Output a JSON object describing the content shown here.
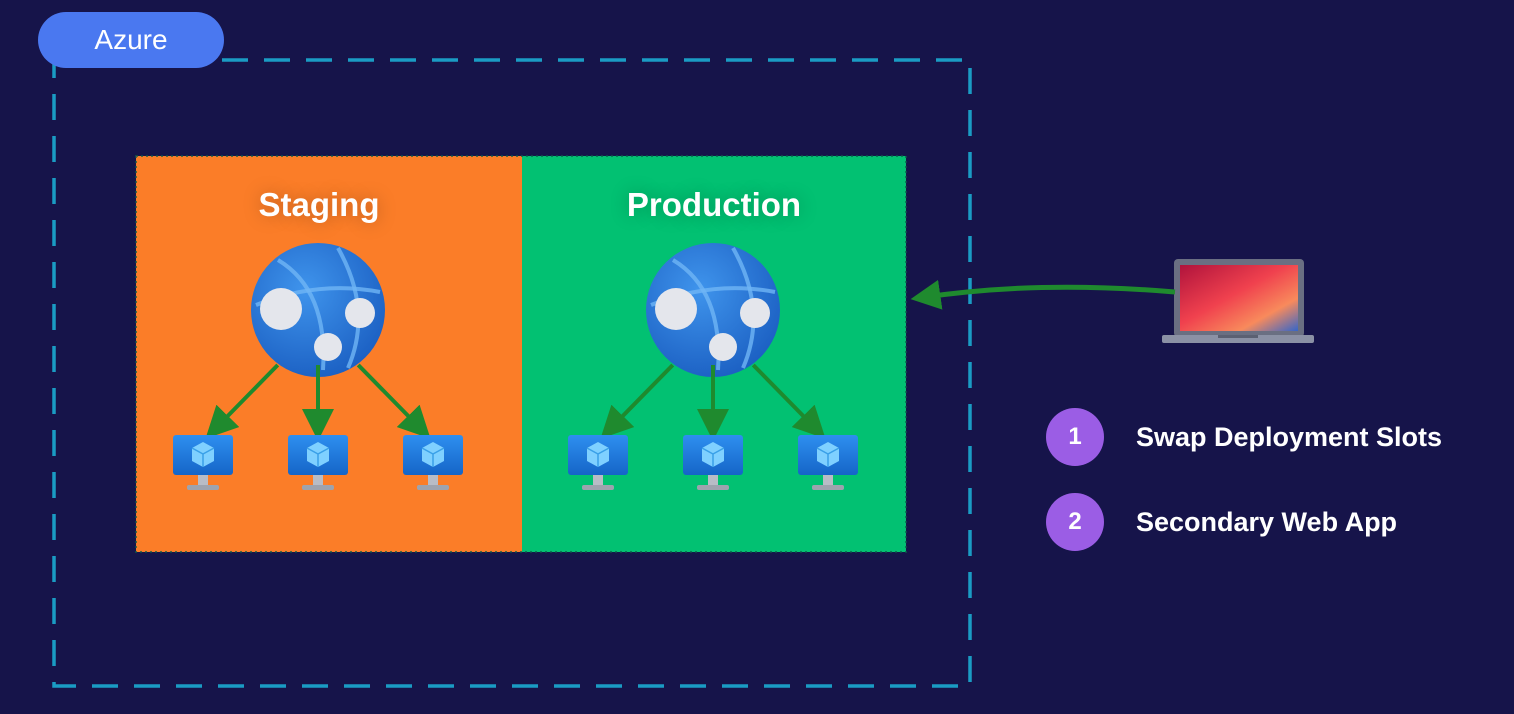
{
  "cloud": {
    "label": "Azure"
  },
  "slots": [
    {
      "label": "Staging",
      "color": "#fb7d28"
    },
    {
      "label": "Production",
      "color": "#02c172"
    }
  ],
  "arrow_color": "#1f8a2e",
  "steps": [
    {
      "number": "1",
      "label": "Swap Deployment Slots"
    },
    {
      "number": "2",
      "label": "Secondary Web App"
    }
  ],
  "icons": {
    "web_app": "azure-app-service-globe-icon",
    "instance": "virtual-machine-monitor-icon",
    "client": "laptop-icon"
  }
}
